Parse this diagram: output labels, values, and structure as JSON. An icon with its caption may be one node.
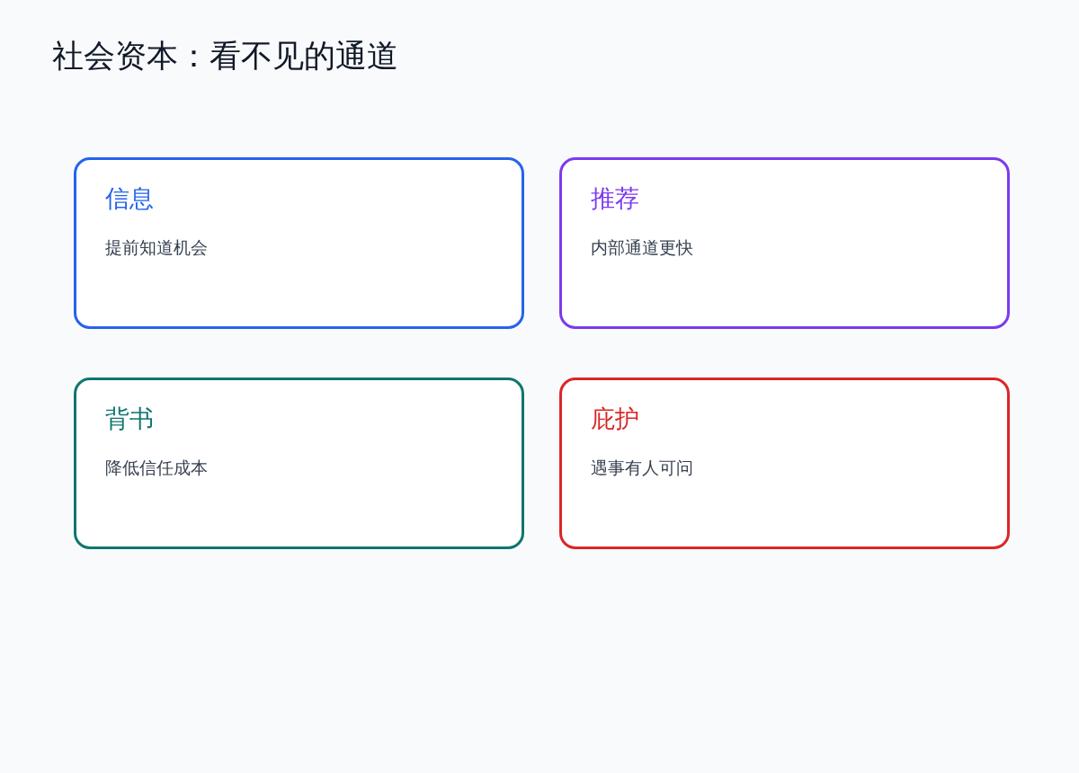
{
  "diagram": {
    "title": "社会资本：看不见的通道",
    "nodes": [
      {
        "text": [
          "信息",
          "提前知道机会"
        ]
      },
      {
        "text": [
          "推荐",
          "内部通道更快"
        ]
      },
      {
        "text": [
          "背书",
          "降低信任成本"
        ]
      },
      {
        "text": [
          "庇护",
          "遇事有人可问"
        ]
      }
    ]
  }
}
